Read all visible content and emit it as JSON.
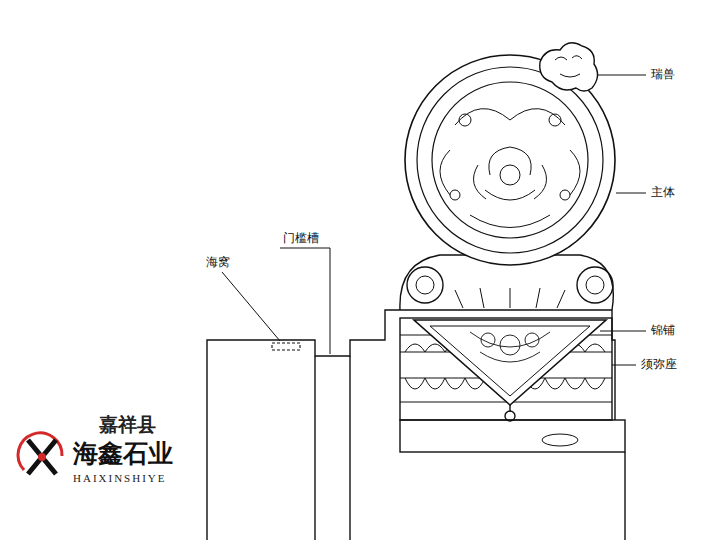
{
  "diagram": {
    "labels": [
      "瑞兽",
      "主体",
      "锦铺",
      "须弥座",
      "海窝",
      "门槛槽",
      "嘉祥县",
      "海鑫石业",
      "HAIXINSHIYE"
    ]
  }
}
